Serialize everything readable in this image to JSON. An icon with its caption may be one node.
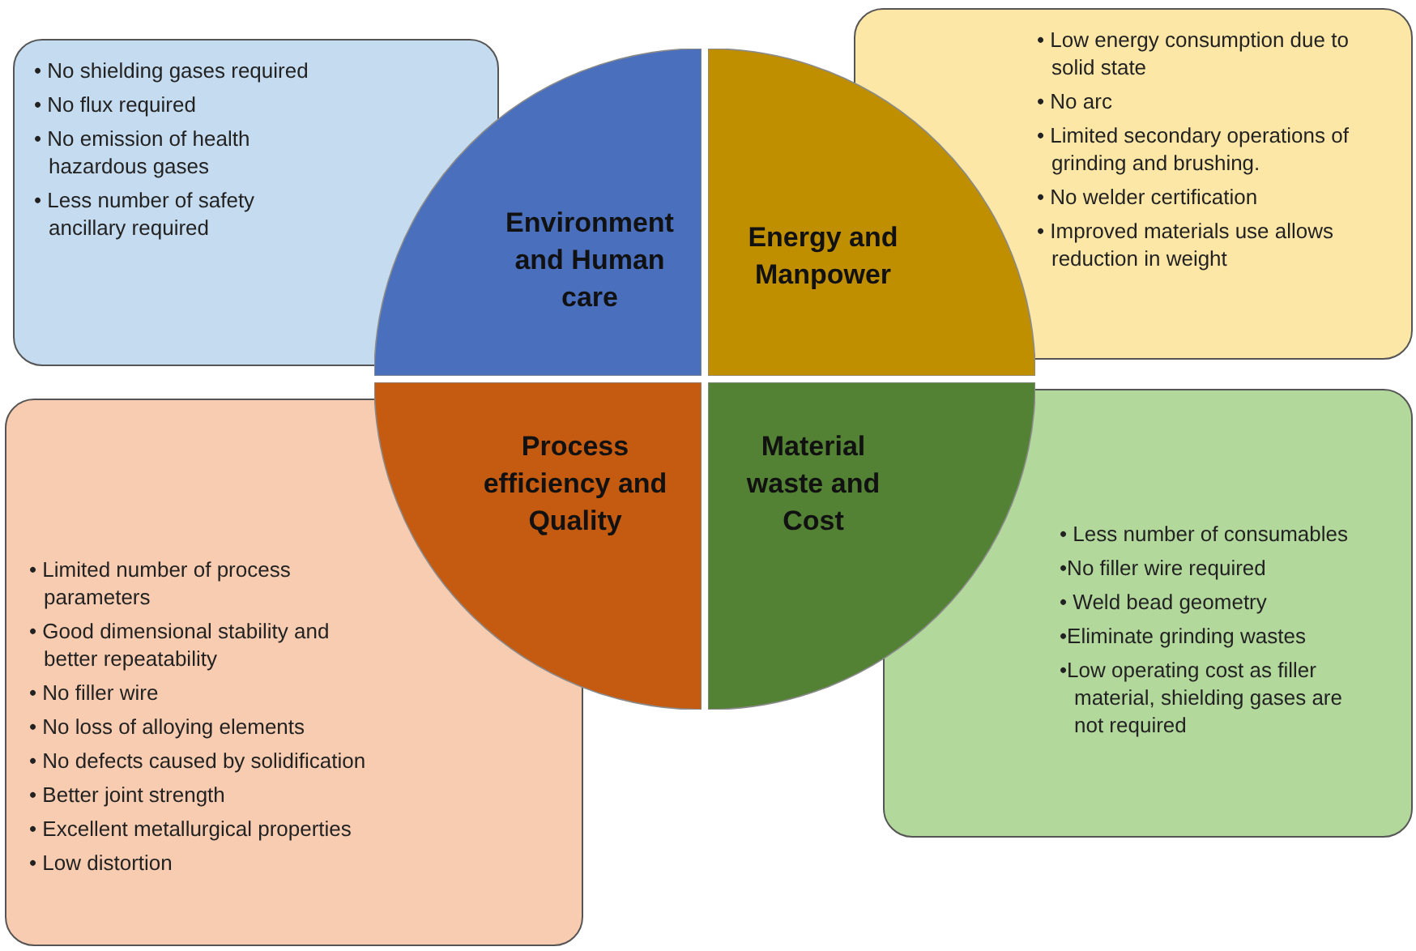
{
  "diagram": {
    "nodes": [
      {
        "text": [
          "• No shielding gases required",
          "• No flux required",
          "• No emission of health hazardous gases",
          "• Less number of safety ancillary required"
        ]
      },
      {
        "text": [
          "Environment and Human care"
        ]
      },
      {
        "text": [
          "Energy and Manpower"
        ]
      },
      {
        "text": [
          "• Low energy consumption due to solid state",
          "• No arc",
          "• Limited secondary operations of grinding and brushing.",
          "• No welder certification",
          "• Improved materials use allows reduction in weight"
        ]
      },
      {
        "text": [
          "• Limited number of process parameters",
          "• Good dimensional stability and better repeatability",
          "• No filler wire",
          "• No loss of alloying elements",
          "• No defects caused by solidification",
          "• Better joint strength",
          "• Excellent metallurgical properties",
          "• Low distortion"
        ]
      },
      {
        "text": [
          "Process efficiency and Quality"
        ]
      },
      {
        "text": [
          "Material waste and Cost"
        ]
      },
      {
        "text": [
          "• Less number of consumables",
          "•No filler wire required",
          "• Weld bead geometry",
          "•Eliminate grinding wastes",
          "•Low operating cost as filler material, shielding gases are not required"
        ]
      }
    ]
  }
}
